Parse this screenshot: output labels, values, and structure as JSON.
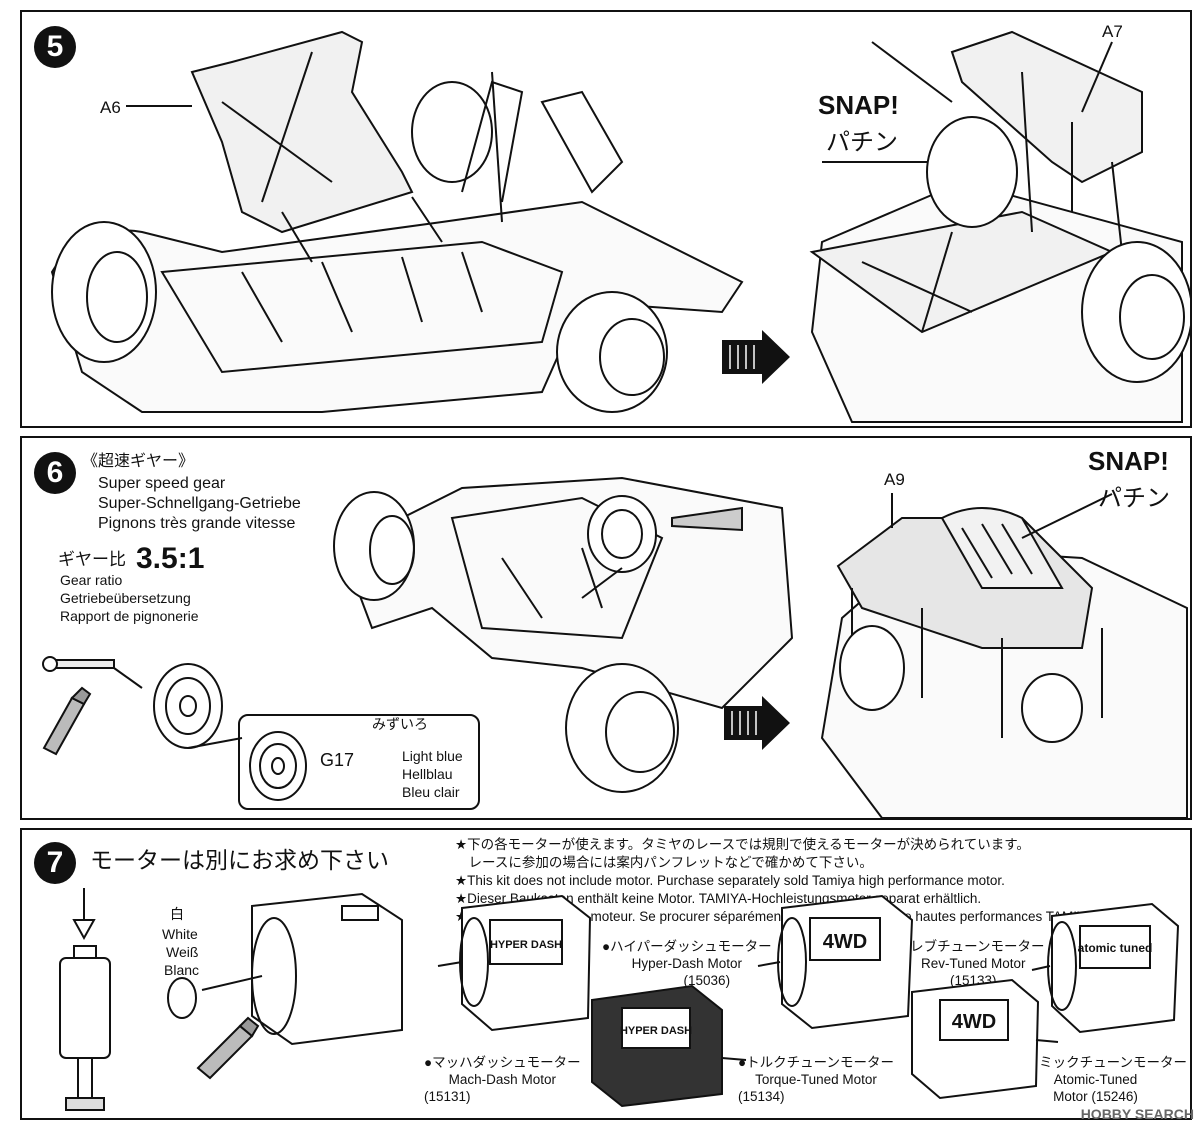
{
  "step5": {
    "number": "5",
    "part_a6": "A6",
    "part_a7": "A7",
    "snap": "SNAP!",
    "snap_jp": "パチン"
  },
  "step6": {
    "number": "6",
    "title_jp": "《超速ギヤー》",
    "title_en": "Super speed gear",
    "title_de": "Super-Schnellgang-Getriebe",
    "title_fr": "Pignons très grande vitesse",
    "ratio_jp": "ギヤー比",
    "ratio_value": "3.5:1",
    "ratio_en": "Gear ratio",
    "ratio_de": "Getriebeübersetzung",
    "ratio_fr": "Rapport de pignonerie",
    "part_g17": "G17",
    "color_jp": "みずいろ",
    "color_en": "Light blue",
    "color_de": "Hellblau",
    "color_fr": "Bleu clair",
    "part_a9": "A9",
    "snap": "SNAP!",
    "snap_jp": "パチン"
  },
  "step7": {
    "number": "7",
    "title_jp": "モーターは別にお求め下さい",
    "pinion_jp": "白",
    "pinion_en": "White",
    "pinion_de": "Weiß",
    "pinion_fr": "Blanc",
    "notes": [
      "★下の各モーターが使えます。タミヤのレースでは規則で使えるモーターが決められています。",
      "　レースに参加の場合には案内パンフレットなどで確かめて下さい。",
      "★This kit does not include motor. Purchase separately sold Tamiya high performance motor.",
      "★Dieser Baukasten enthält keine Motor. TAMIYA-Hochleistungsmotor separat erhältlich.",
      "★Ce kit n'inclut pas le moteur. Se procurer séparément un moteur électrique hautes performances TAMIYA."
    ],
    "motors": {
      "hyper": {
        "jp": "●ハイパーダッシュモーター",
        "en": "Hyper-Dash Motor",
        "code": "(15036)"
      },
      "rev": {
        "jp": "●レブチューンモーター",
        "en": "Rev-Tuned Motor",
        "code": "(15133)"
      },
      "mach": {
        "jp": "●マッハダッシュモーター",
        "en": "Mach-Dash Motor",
        "code": "(15131)"
      },
      "torque": {
        "jp": "●トルクチューンモーター",
        "en": "Torque-Tuned Motor",
        "code": "(15134)"
      },
      "atomic": {
        "jp": "●アトミックチューンモーター",
        "en": "Atomic-Tuned",
        "en2": "Motor",
        "code": "(15246)"
      }
    },
    "motor_badges": {
      "hyper": "HYPER DASH",
      "fourwd": "4WD",
      "atomic": "atomic tuned"
    }
  },
  "watermark": "HOBBY SEARCH"
}
